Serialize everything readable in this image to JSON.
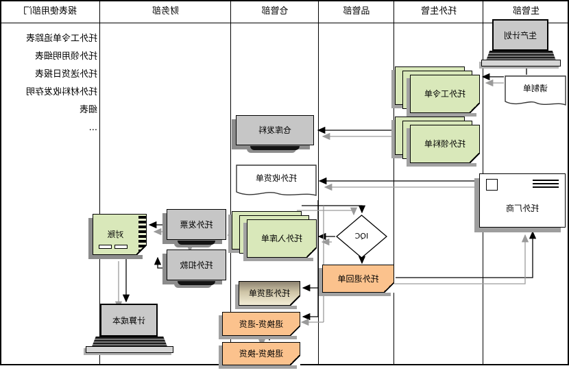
{
  "diagram": {
    "lanes": [
      "生管部",
      "托外生管",
      "品管部",
      "仓管部",
      "财务部",
      "报表使用部门"
    ],
    "nodes": {
      "production_plan": "生产计划",
      "request_form": "请制单",
      "work_order": "托外工令单",
      "material_requisition": "托外领料单",
      "warehouse_issue": "仓库发料",
      "vendor": "托外厂商",
      "receiving_note": "托外收货单",
      "iqc": "IQC",
      "stock_in_note": "托外入库单",
      "reject_return_note": "托外退回单",
      "return_goods_note": "托外退货单",
      "exchange_return": "退换货-退货",
      "exchange_swap": "退换货-换货",
      "outsource_invoice": "托外发票",
      "outsource_deduction": "托外扣款",
      "reconciliation": "对账",
      "cost_calculation": "计算成本"
    },
    "reports": {
      "lines": [
        "托外工令单追踪表",
        "托外领用明细表",
        "托外送货日报表",
        "托外材料收发存明",
        "细表",
        "..."
      ]
    },
    "colors": {
      "doc_green": "#d9e8ba",
      "doc_orange": "#fbc28d",
      "box_gray": "#c6c6c6",
      "shadow_gray": "#a2a2a2",
      "connector_black": "#000000",
      "connector_gray": "#9a9a9a"
    }
  }
}
